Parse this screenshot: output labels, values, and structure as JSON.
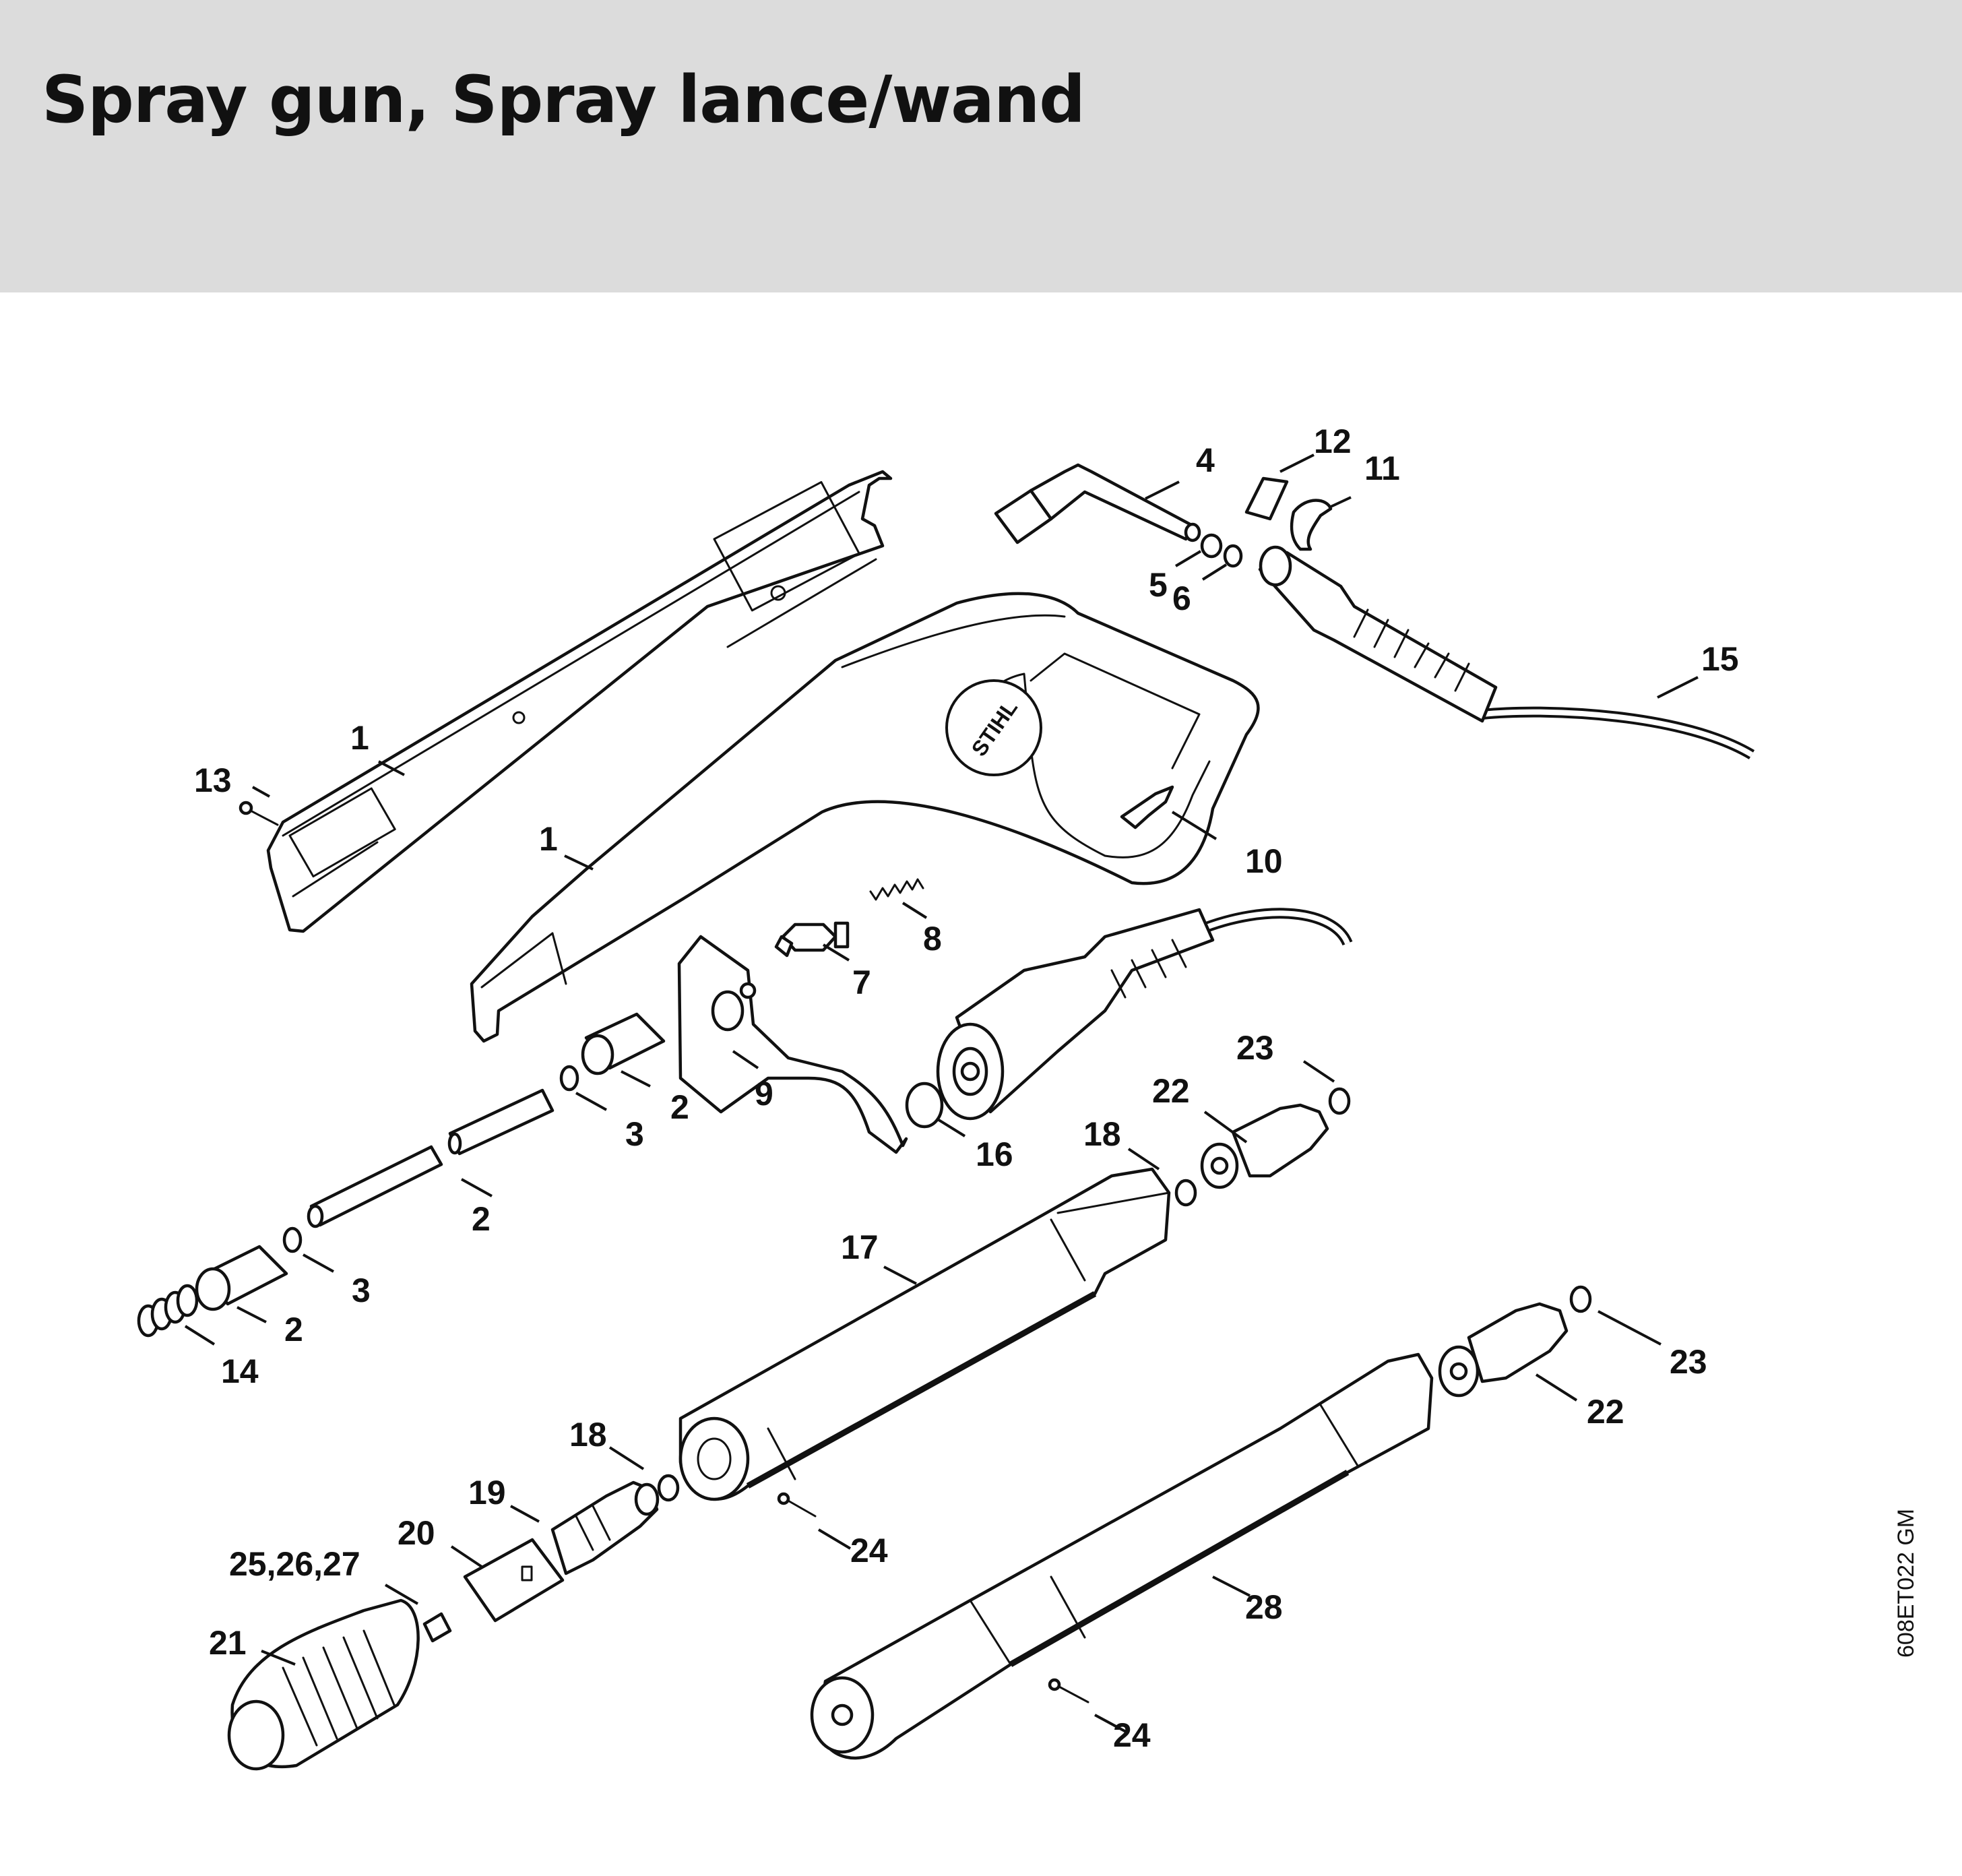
{
  "header": {
    "title": "Spray gun, Spray lance/wand"
  },
  "drawing_code": "608ET022 GM",
  "logo_text": "STIHL",
  "callouts": {
    "c1a": "1",
    "c1b": "1",
    "c2a": "2",
    "c2b": "2",
    "c2c": "2",
    "c3a": "3",
    "c3b": "3",
    "c4": "4",
    "c5": "5",
    "c6": "6",
    "c7": "7",
    "c8": "8",
    "c9": "9",
    "c10": "10",
    "c11": "11",
    "c12": "12",
    "c13": "13",
    "c14": "14",
    "c15": "15",
    "c16": "16",
    "c17": "17",
    "c18a": "18",
    "c18b": "18",
    "c19": "19",
    "c20": "20",
    "c21": "21",
    "c22a": "22",
    "c22b": "22",
    "c23a": "23",
    "c23b": "23",
    "c24a": "24",
    "c24b": "24",
    "c25": "25,26,27",
    "c28": "28"
  }
}
